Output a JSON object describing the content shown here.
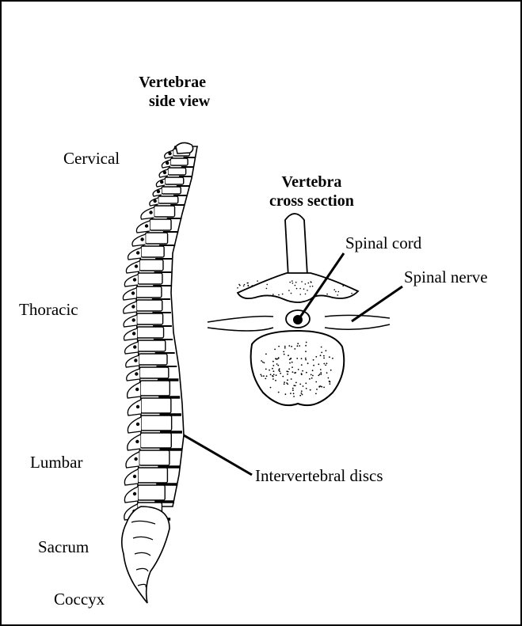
{
  "headings": {
    "side_view": [
      "Vertebrae",
      "side view"
    ],
    "cross_section": [
      "Vertebra",
      "cross section"
    ]
  },
  "regions": [
    "Cervical",
    "Thoracic",
    "Lumbar",
    "Sacrum",
    "Coccyx"
  ],
  "callouts": {
    "spinal_cord": "Spinal cord",
    "spinal_nerve": "Spinal nerve",
    "discs": "Intervertebral discs"
  },
  "colors": {
    "ink": "#000000",
    "paper": "#ffffff"
  }
}
